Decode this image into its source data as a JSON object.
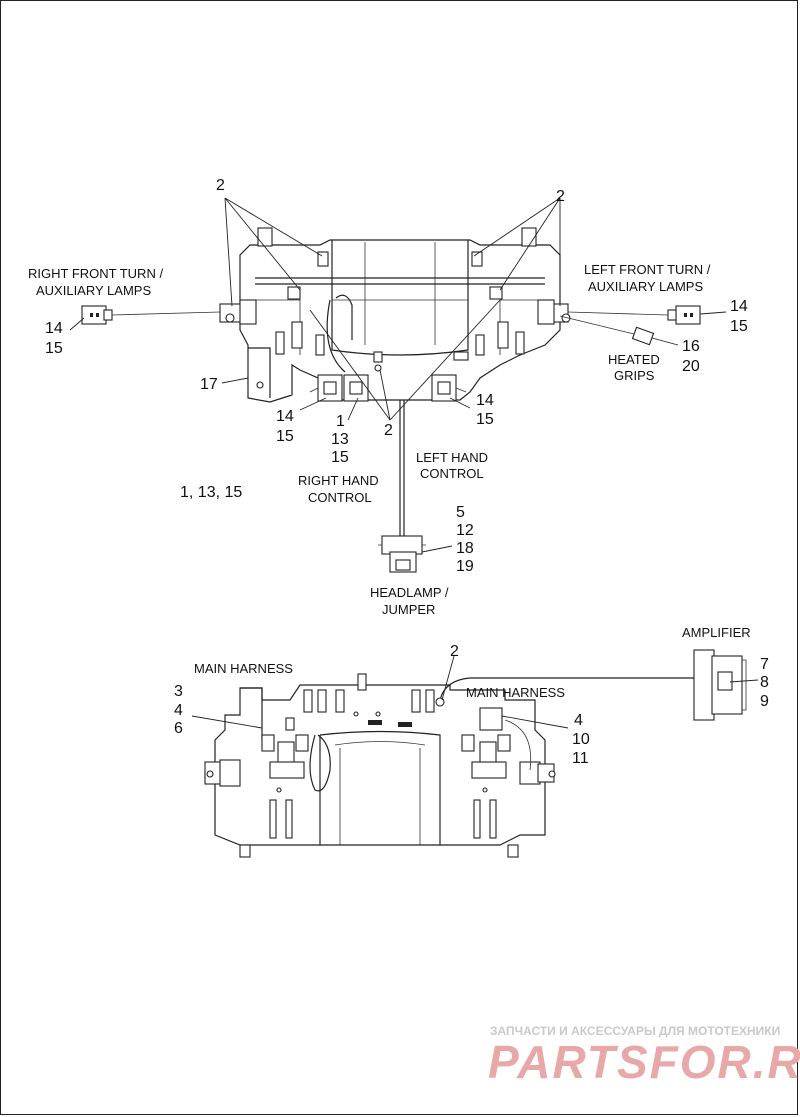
{
  "callouts": {
    "c2_top_left": "2",
    "c2_top_right": "2",
    "c14_right": "14",
    "c15_right": "15",
    "c14_left": "14",
    "c15_left": "15",
    "c16": "16",
    "c20": "20",
    "c17": "17",
    "c14_mid_left": "14",
    "c15_mid_left": "15",
    "c1_mid": "1",
    "c13_mid": "13",
    "c15_mid": "15",
    "c2_mid": "2",
    "c14_mid_right": "14",
    "c15_mid_right": "15",
    "c_1_13_15": "1, 13, 15",
    "c5": "5",
    "c12": "12",
    "c18": "18",
    "c19": "19",
    "c2_bottom": "2",
    "c3": "3",
    "c4_left": "4",
    "c6": "6",
    "c4_right": "4",
    "c10": "10",
    "c11": "11",
    "c7": "7",
    "c8": "8",
    "c9": "9"
  },
  "captions": {
    "right_front_turn_1": "RIGHT FRONT TURN /",
    "right_front_turn_2": "AUXILIARY LAMPS",
    "left_front_turn_1": "LEFT FRONT TURN /",
    "left_front_turn_2": "AUXILIARY LAMPS",
    "heated_1": "HEATED",
    "heated_2": "GRIPS",
    "left_hand_1": "LEFT HAND",
    "left_hand_2": "CONTROL",
    "right_hand_1": "RIGHT HAND",
    "right_hand_2": "CONTROL",
    "headlamp_1": "HEADLAMP /",
    "headlamp_2": "JUMPER",
    "amplifier": "AMPLIFIER",
    "main_harness_left": "MAIN HARNESS",
    "main_harness_right": "MAIN HARNESS"
  },
  "watermark": {
    "line1": "ЗАПЧАСТИ И АКСЕССУАРЫ ДЛЯ МОТОТЕХНИКИ",
    "logo": "PARTSFOR.RU"
  },
  "colors": {
    "ink": "#222222",
    "watermark_gray": "#c9c9c9",
    "watermark_red": "#e8a8a8"
  }
}
